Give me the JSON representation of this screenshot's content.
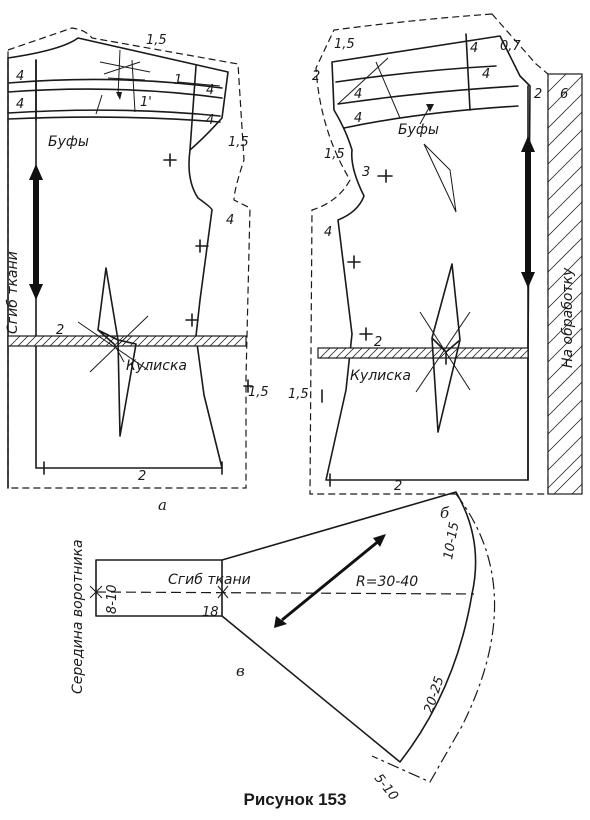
{
  "caption": "Рисунок 153",
  "panels": {
    "a": {
      "letter": "а",
      "fold_label": "Сгиб ткани",
      "puff_label": "Буфы",
      "casing_label": "Кулиска",
      "numbers": {
        "top_allowance": "1,5",
        "strip1": "4",
        "strip2": "4",
        "strip3": "4",
        "strip4": "4",
        "one": "1",
        "one_prime": "1'",
        "armhole_allowance": "1,5",
        "side_width": "4",
        "casing_mark": "2",
        "right_allowance": "1,5",
        "hem_allowance": "2"
      }
    },
    "b": {
      "letter": "б",
      "processing_label": "На обработку",
      "puff_label": "Буфы",
      "casing_label": "Кулиска",
      "numbers": {
        "top_left": "1,5",
        "top_right": "0,7",
        "strip_a": "4",
        "strip_b": "4",
        "strip_c": "4",
        "strip_d": "4",
        "left_two": "2",
        "right_two": "2",
        "facing": "6",
        "left_allowance": "1,5",
        "armhole_three": "3",
        "side_width": "4",
        "casing_mark": "2",
        "side_allowance": "1,5",
        "hem_allowance": "2"
      }
    },
    "v": {
      "letter": "в",
      "collar_center_label": "Середина воротника",
      "fold_label": "Сгиб ткани",
      "radius_label": "R=30-40",
      "numbers": {
        "width": "8-10",
        "length": "18",
        "upper_allowance": "10-15",
        "arc_allowance": "20-25",
        "tip_allowance": "5-10"
      }
    }
  }
}
